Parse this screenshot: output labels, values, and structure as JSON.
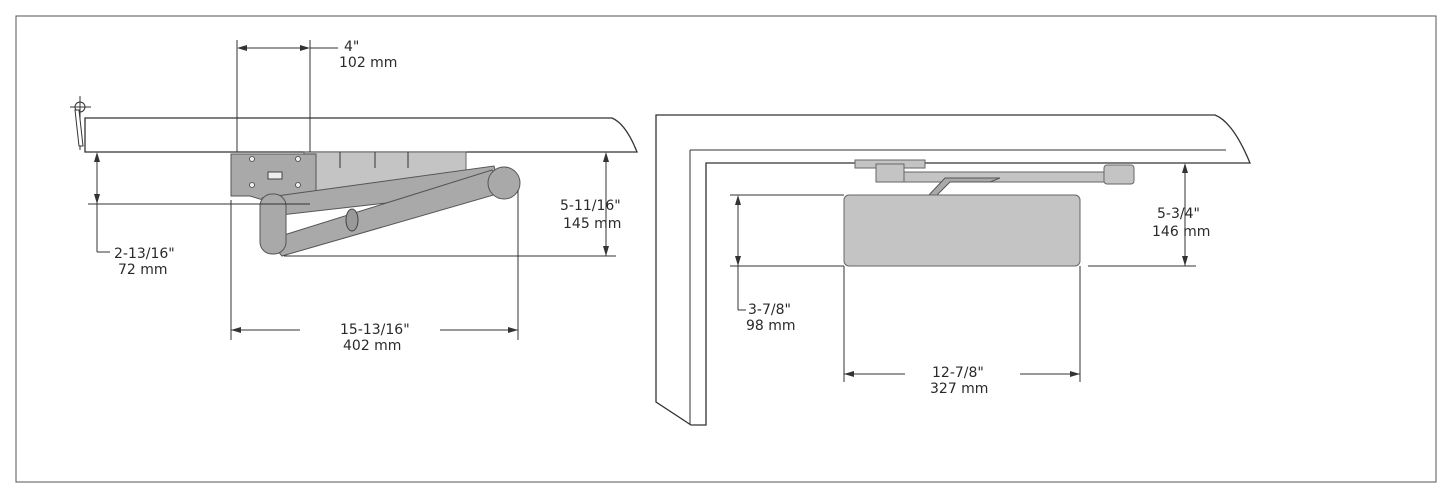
{
  "left_view": {
    "dim_top": {
      "imperial": "4\"",
      "metric": "102 mm"
    },
    "dim_left": {
      "imperial": "2-13/16\"",
      "metric": "72 mm"
    },
    "dim_right": {
      "imperial": "5-11/16\"",
      "metric": "145 mm"
    },
    "dim_bottom": {
      "imperial": "15-13/16\"",
      "metric": "402 mm"
    }
  },
  "right_view": {
    "dim_right": {
      "imperial": "5-3/4\"",
      "metric": "146 mm"
    },
    "dim_left": {
      "imperial": "3-7/8\"",
      "metric": "98 mm"
    },
    "dim_bottom": {
      "imperial": "12-7/8\"",
      "metric": "327 mm"
    }
  }
}
